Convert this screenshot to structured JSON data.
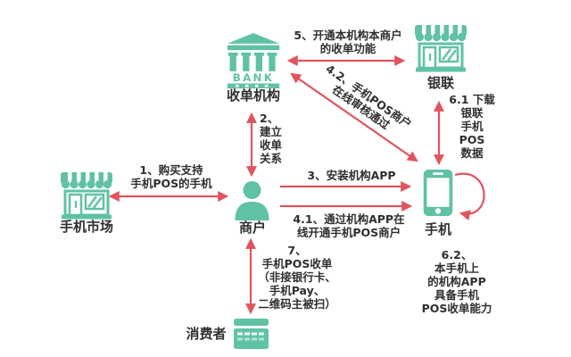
{
  "colors": {
    "teal": "#5FC2A4",
    "arrow": "#E0545E",
    "text": "#2F2F2F",
    "bg": "#FFFFFF"
  },
  "nodes": {
    "acquirer": {
      "label": "收单机构",
      "bank_text": "BANK"
    },
    "unionpay": {
      "label": "银联"
    },
    "phone_market": {
      "label": "手机市场"
    },
    "merchant": {
      "label": "商户"
    },
    "phone": {
      "label": "手机"
    },
    "consumer": {
      "label": "消费者"
    }
  },
  "steps": {
    "step1": {
      "label": "1、购买支持\n手机POS的手机"
    },
    "step2": {
      "label": "2、\n建立\n收单\n关系"
    },
    "step3": {
      "label": "3、安装机构APP"
    },
    "step4_1": {
      "label": "4.1、通过机构APP在\n线开通手机POS商户"
    },
    "step4_2": {
      "label": "4.2、手机POS商户\n在线审核通过"
    },
    "step5": {
      "label": "5、开通本机构本商户\n的收单功能"
    },
    "step6_1": {
      "label": "6.1 下载\n银联\n手机\nPOS\n数据"
    },
    "step6_2": {
      "label": "6.2、\n本手机上\n的机构APP\n具备手机\nPOS收单能力"
    },
    "step7": {
      "label": "7、\n手机POS收单\n（非接银行卡、\n手机Pay、\n二维码主被扫）"
    }
  }
}
